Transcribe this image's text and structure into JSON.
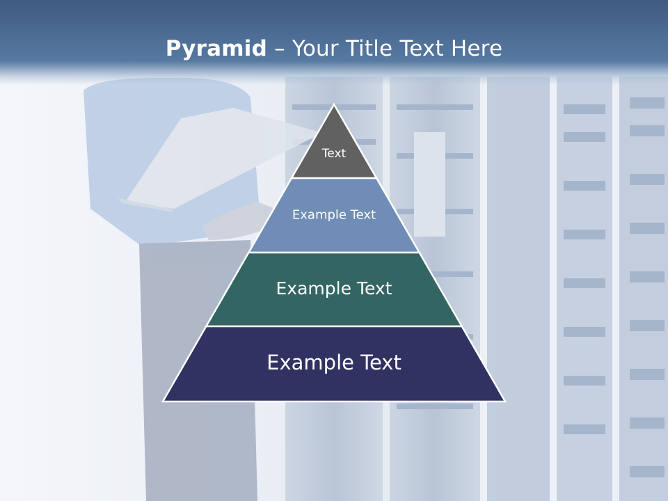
{
  "title": {
    "bold": "Pyramid",
    "rest": " – Your Title Text Here"
  },
  "pyramid": {
    "tiers": [
      {
        "label": "Text",
        "color": "#616161"
      },
      {
        "label": "Example Text",
        "color": "#6f8db6"
      },
      {
        "label": "Example Text",
        "color": "#336563"
      },
      {
        "label": "Example Text",
        "color": "#313162"
      }
    ]
  }
}
